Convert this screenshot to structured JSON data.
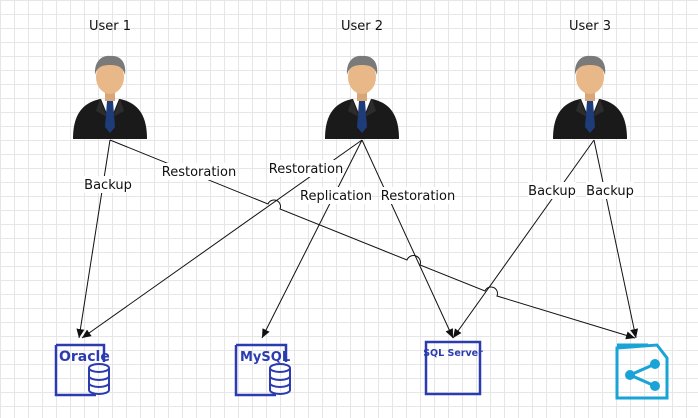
{
  "users": [
    {
      "label": "User 1"
    },
    {
      "label": "User 2"
    },
    {
      "label": "User 3"
    }
  ],
  "databases": [
    {
      "label": "Oracle"
    },
    {
      "label": "MySQL"
    },
    {
      "label": "SQL Server"
    },
    {
      "label": ""
    }
  ],
  "edges": [
    {
      "label": "Backup"
    },
    {
      "label": "Restoration"
    },
    {
      "label": "Restoration"
    },
    {
      "label": "Replication"
    },
    {
      "label": "Restoration"
    },
    {
      "label": "Backup"
    },
    {
      "label": "Backup"
    }
  ],
  "colors": {
    "db_blue": "#2b3bb0",
    "db_cyan": "#1aa3d6",
    "suit": "#1a1a1a",
    "tie": "#1f3c7a",
    "skin": "#e8b888",
    "hair": "#7a7a7a"
  }
}
